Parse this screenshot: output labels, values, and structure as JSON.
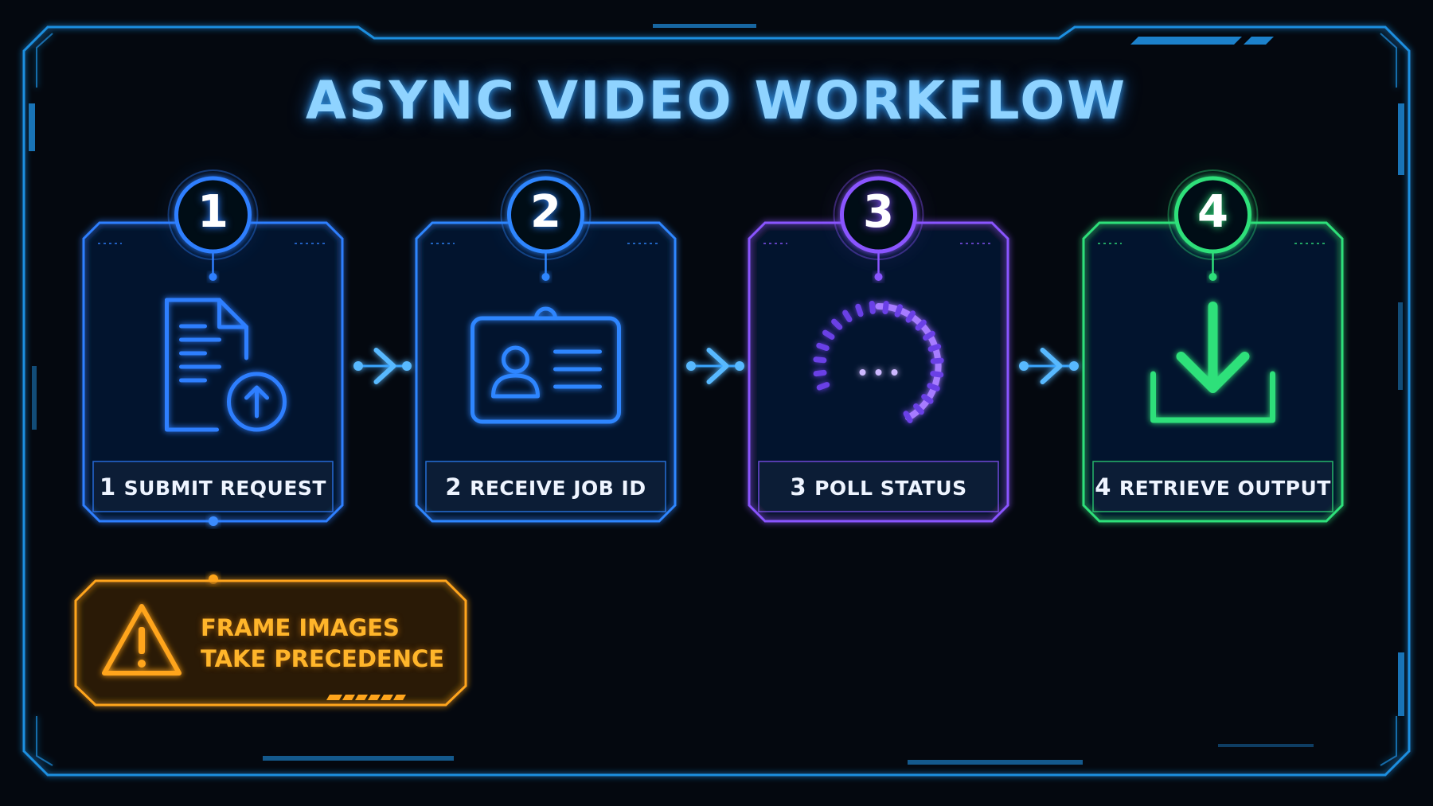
{
  "title": "ASYNC VIDEO WORKFLOW",
  "colors": {
    "background": "#04080f",
    "frame": "#1f8fe0",
    "step1": "#2f7fff",
    "step2": "#2f86ff",
    "step3": "#8a55ff",
    "step4": "#2fe07a",
    "warning": "#ffa51c"
  },
  "steps": [
    {
      "number": "1",
      "label": "SUBMIT REQUEST",
      "icon": "document-upload-icon",
      "color": "#2f7fff"
    },
    {
      "number": "2",
      "label": "RECEIVE JOB ID",
      "icon": "id-badge-icon",
      "color": "#2f86ff"
    },
    {
      "number": "3",
      "label": "POLL STATUS",
      "icon": "loading-spinner-icon",
      "color": "#8a55ff"
    },
    {
      "number": "4",
      "label": "RETRIEVE OUTPUT",
      "icon": "download-icon",
      "color": "#2fe07a"
    }
  ],
  "warning": {
    "icon": "warning-triangle-icon",
    "lines": [
      "FRAME IMAGES",
      "TAKE PRECEDENCE"
    ],
    "color": "#ffa51c"
  }
}
